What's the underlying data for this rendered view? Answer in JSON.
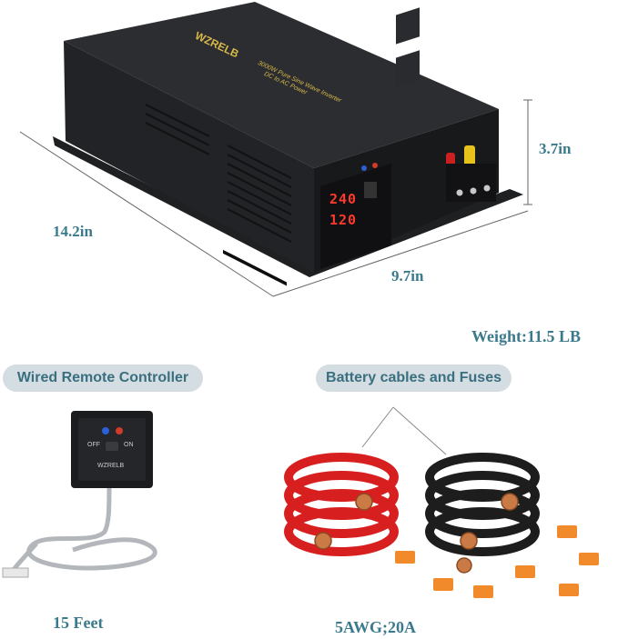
{
  "inverter": {
    "brand": "WZRELB",
    "model_text": "3000W Pure Sine Wave Inverter",
    "subtitle": "DC to AC Power",
    "voltage_display": "240",
    "current_display": "120"
  },
  "dimensions": {
    "length": "14.2in",
    "width": "9.7in",
    "height": "3.7in",
    "weight": "Weight:11.5 LB"
  },
  "remote": {
    "title": "Wired Remote Controller",
    "brand": "WZRELB",
    "off_label": "OFF",
    "on_label": "ON",
    "cable_length": "15 Feet"
  },
  "cables": {
    "title": "Battery cables and Fuses",
    "spec": "5AWG;20A"
  },
  "colors": {
    "accent": "#3b7a8c",
    "pill_bg": "#d4dde2",
    "body": "#262729",
    "red_cable": "#d81f1f",
    "black_cable": "#1d1d1d",
    "fuse": "#f08a2a"
  }
}
